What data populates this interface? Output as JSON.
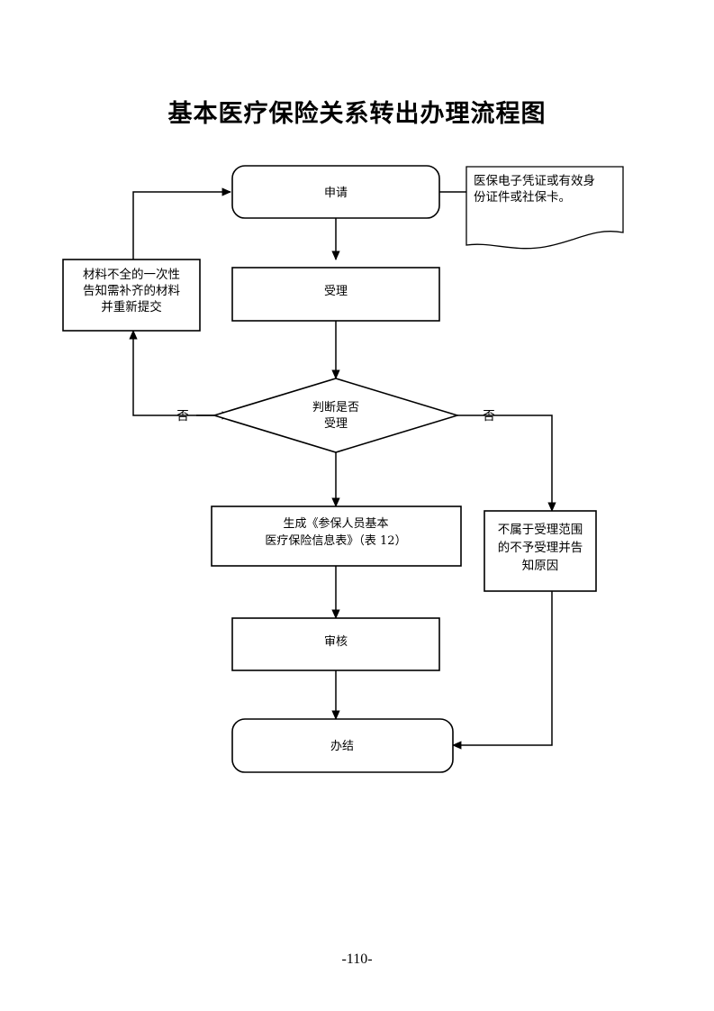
{
  "document": {
    "title": "基本医疗保险关系转出办理流程图",
    "page_number": "-110-",
    "background_color": "#ffffff",
    "line_color": "#000000"
  },
  "chart_data": {
    "type": "diagram",
    "title": "基本医疗保险关系转出办理流程图",
    "nodes": [
      {
        "id": "apply",
        "label": "申请",
        "shape": "rounded-rectangle"
      },
      {
        "id": "note_materials",
        "label_lines": [
          "医保电子凭证或有效身",
          "份证件或社保卡。"
        ],
        "shape": "document"
      },
      {
        "id": "incomplete",
        "label_lines": [
          "材料不全的一次性",
          "告知需补齐的材料",
          "并重新提交"
        ],
        "shape": "rectangle"
      },
      {
        "id": "accept",
        "label": "受理",
        "shape": "rectangle"
      },
      {
        "id": "decide",
        "label_lines": [
          "判断是否",
          "受理"
        ],
        "shape": "diamond"
      },
      {
        "id": "generate",
        "label_lines": [
          "生成《参保人员基本",
          "医疗保险信息表》（表 12）"
        ],
        "shape": "rectangle"
      },
      {
        "id": "reject",
        "label_lines": [
          "不属于受理范围",
          "的不予受理并告",
          "知原因"
        ],
        "shape": "rectangle"
      },
      {
        "id": "review",
        "label": "审核",
        "shape": "rectangle"
      },
      {
        "id": "complete",
        "label": "办结",
        "shape": "rounded-rectangle"
      }
    ],
    "edge_labels": {
      "decide_left": "否",
      "decide_right": "否"
    },
    "edges": [
      {
        "from": "apply",
        "to": "accept",
        "label": ""
      },
      {
        "from": "apply",
        "to": "note_materials",
        "label": ""
      },
      {
        "from": "accept",
        "to": "decide",
        "label": ""
      },
      {
        "from": "decide",
        "to": "incomplete",
        "label": "否"
      },
      {
        "from": "incomplete",
        "to": "apply",
        "label": ""
      },
      {
        "from": "decide",
        "to": "reject",
        "label": "否"
      },
      {
        "from": "decide",
        "to": "generate",
        "label": ""
      },
      {
        "from": "generate",
        "to": "review",
        "label": ""
      },
      {
        "from": "review",
        "to": "complete",
        "label": ""
      },
      {
        "from": "reject",
        "to": "complete",
        "label": ""
      }
    ]
  },
  "nodes": {
    "apply": {
      "label": "申请"
    },
    "note_materials": {
      "line1": "医保电子凭证或有效身",
      "line2": "份证件或社保卡。"
    },
    "incomplete": {
      "line1": "材料不全的一次性",
      "line2": "告知需补齐的材料",
      "line3": "并重新提交"
    },
    "accept": {
      "label": "受理"
    },
    "decide": {
      "line1": "判断是否",
      "line2": "受理"
    },
    "generate": {
      "line1": "生成《参保人员基本",
      "line2": "医疗保险信息表》（表 12）"
    },
    "reject": {
      "line1": "不属于受理范围",
      "line2": "的不予受理并告",
      "line3": "知原因"
    },
    "review": {
      "label": "审核"
    },
    "complete": {
      "label": "办结"
    }
  },
  "labels": {
    "no_left": "否",
    "no_right": "否"
  }
}
